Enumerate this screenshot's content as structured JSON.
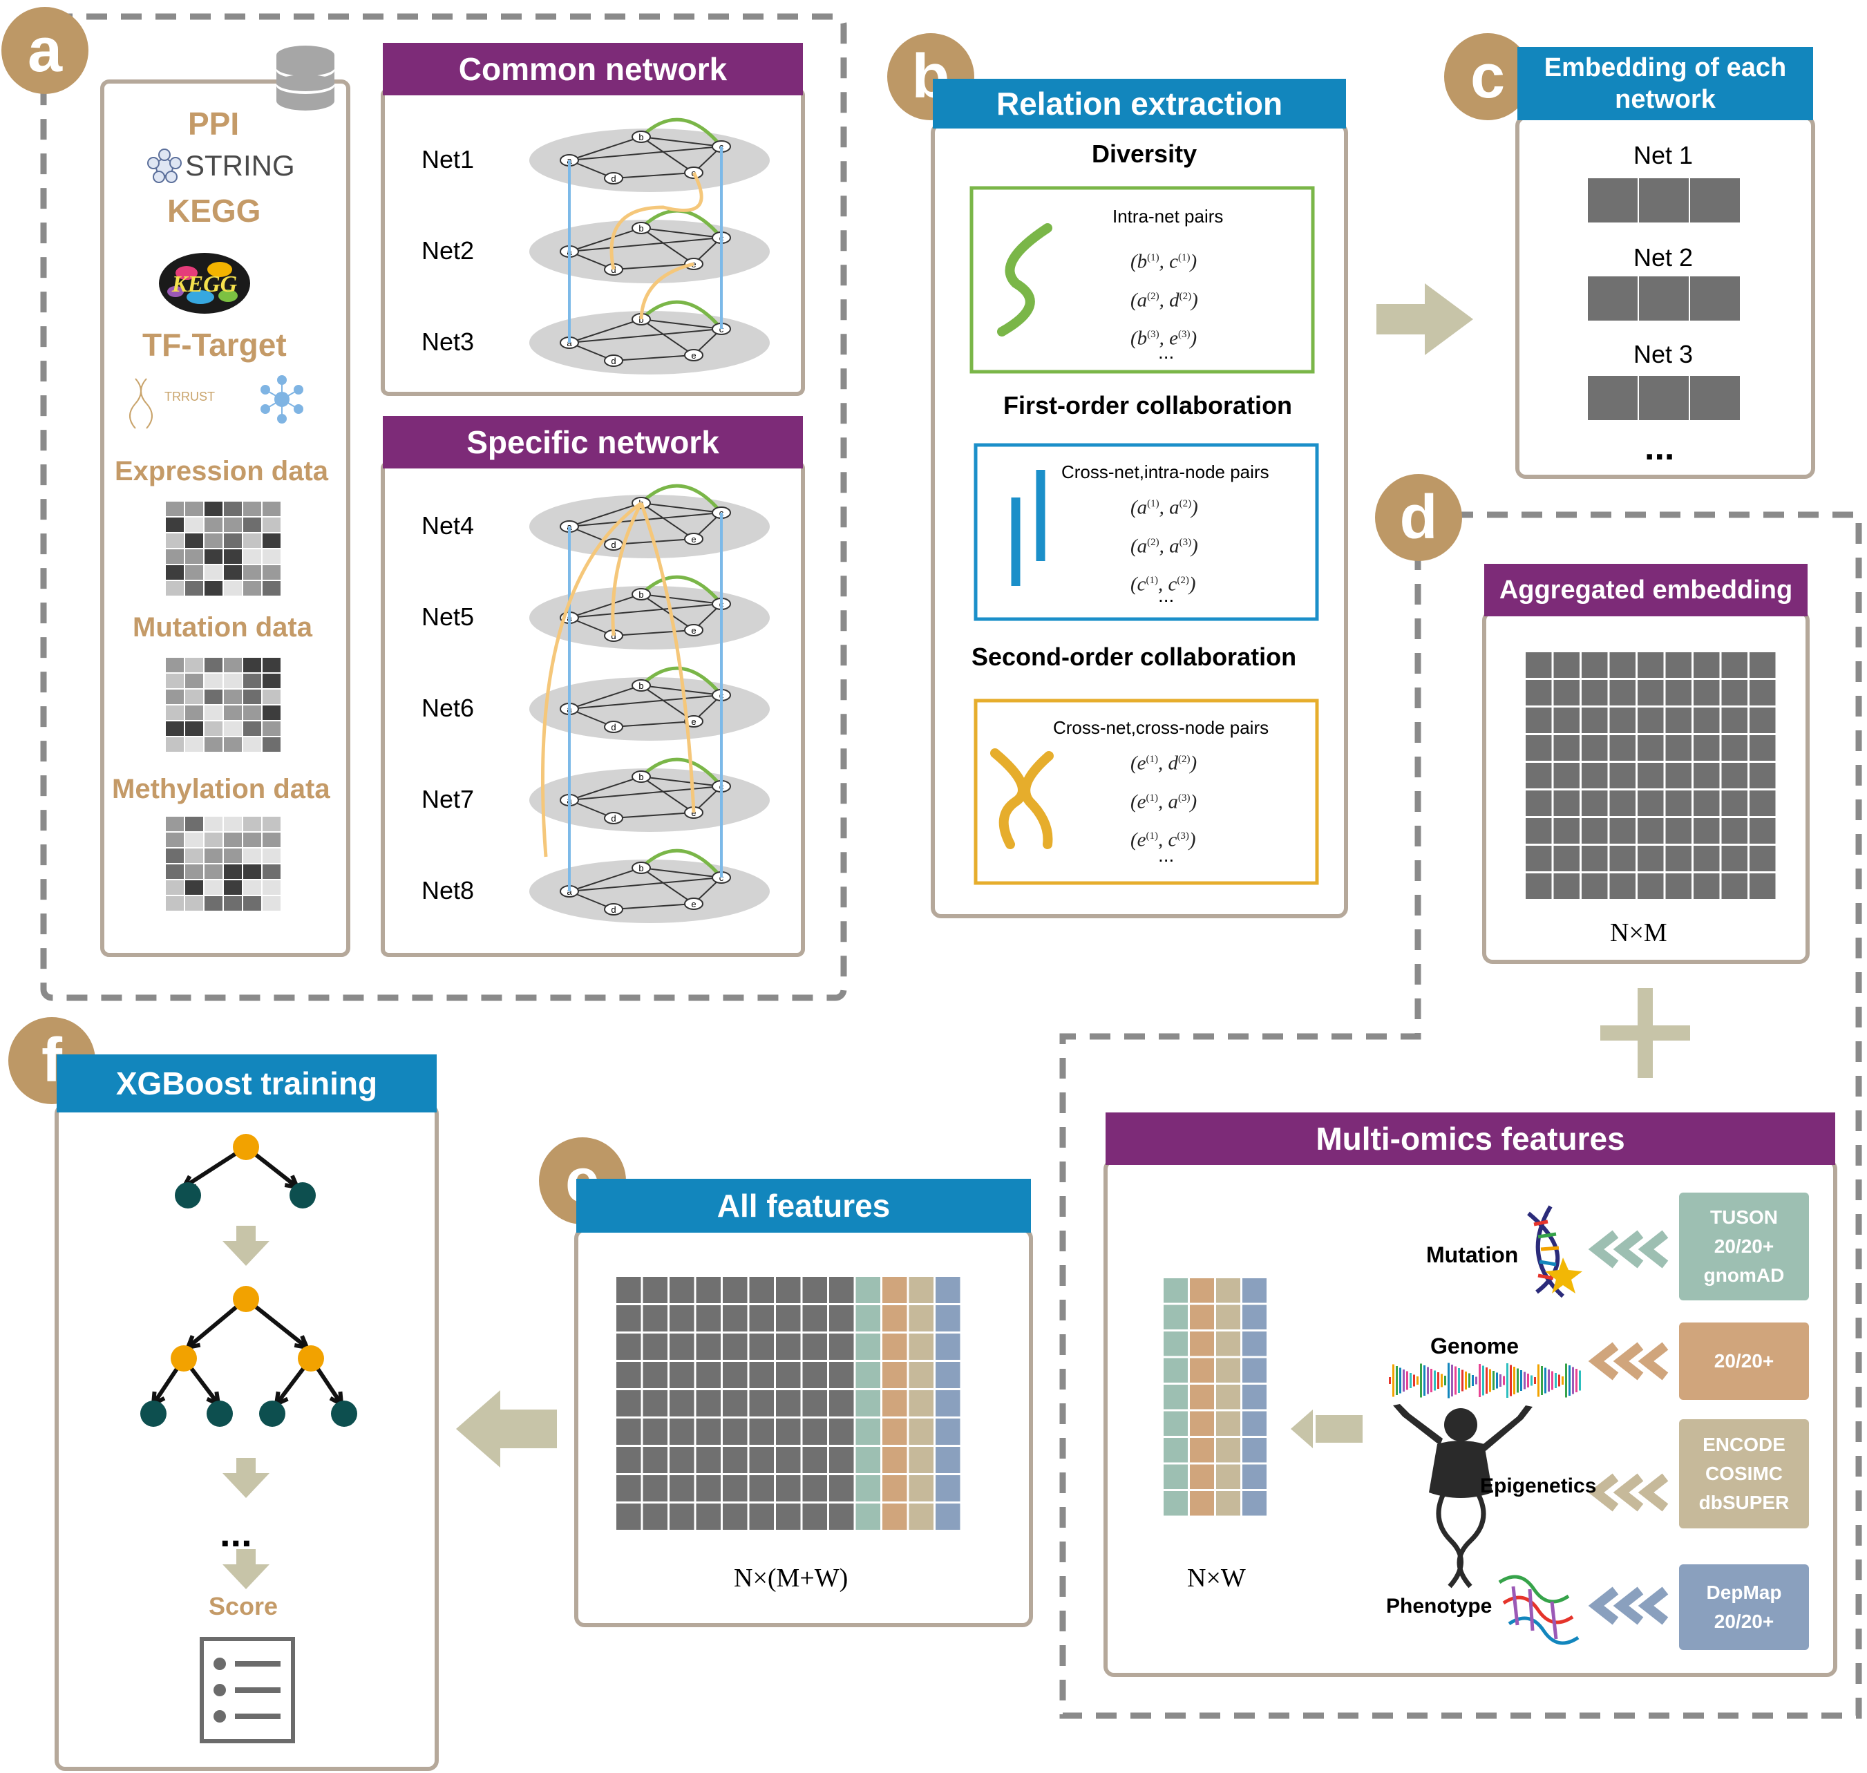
{
  "panels": {
    "a": {
      "badge": "a",
      "sources": {
        "ppi": "PPI",
        "string": "STRING",
        "kegg": "KEGG",
        "tf_target": "TF-Target",
        "trrust": "TRRUST",
        "expression": "Expression data",
        "mutation": "Mutation data",
        "methylation": "Methylation data"
      },
      "common_title": "Common network",
      "specific_title": "Specific network",
      "common_nets": [
        "Net1",
        "Net2",
        "Net3"
      ],
      "specific_nets": [
        "Net4",
        "Net5",
        "Net6",
        "Net7",
        "Net8"
      ]
    },
    "b": {
      "badge": "b",
      "title": "Relation extraction",
      "diversity": "Diversity",
      "intra_title": "Intra-net pairs",
      "first_order": "First-order collaboration",
      "cross_intra_title": "Cross-net,intra-node pairs",
      "second_order": "Second-order collaboration",
      "cross_cross_title": "Cross-net,cross-node pairs",
      "ellipsis": "..."
    },
    "c": {
      "badge": "c",
      "title": "Embedding of each network",
      "nets": [
        "Net 1",
        "Net 2",
        "Net 3"
      ],
      "more": "..."
    },
    "d": {
      "badge": "d",
      "title": "Aggregated embedding",
      "dim": "N×M",
      "multiomics_title": "Multi-omics features",
      "multiomics_dim": "N×W",
      "rows": [
        {
          "label": "Mutation",
          "sources": [
            "TUSON",
            "20/20+",
            "gnomAD"
          ],
          "color": "#9dbfb2"
        },
        {
          "label": "Genome",
          "sources": [
            "20/20+"
          ],
          "color": "#d0a57c"
        },
        {
          "label": "Epigenetics",
          "sources": [
            "ENCODE",
            "COSIMC",
            "dbSUPER"
          ],
          "color": "#c6b99a"
        },
        {
          "label": "Phenotype",
          "sources": [
            "DepMap",
            "20/20+"
          ],
          "color": "#8aa0be"
        }
      ]
    },
    "e": {
      "badge": "e",
      "title": "All features",
      "dim": "N×(M+W)"
    },
    "f": {
      "badge": "f",
      "title": "XGBoost training",
      "ellipsis": "...",
      "score": "Score"
    }
  },
  "colors": {
    "purple": "#7d2b78",
    "blue": "#1286bd",
    "badge": "#bd9866",
    "frame": "#b5a89a",
    "dashed": "#8a8a8a",
    "diversity": "#7ab648",
    "first_order": "#1b8fc9",
    "second_order": "#e6ad2c",
    "cell_dark": "#707070",
    "arrow": "#c7c4a8",
    "node_root": "#f2a200",
    "node_leaf": "#0d4f4f"
  }
}
